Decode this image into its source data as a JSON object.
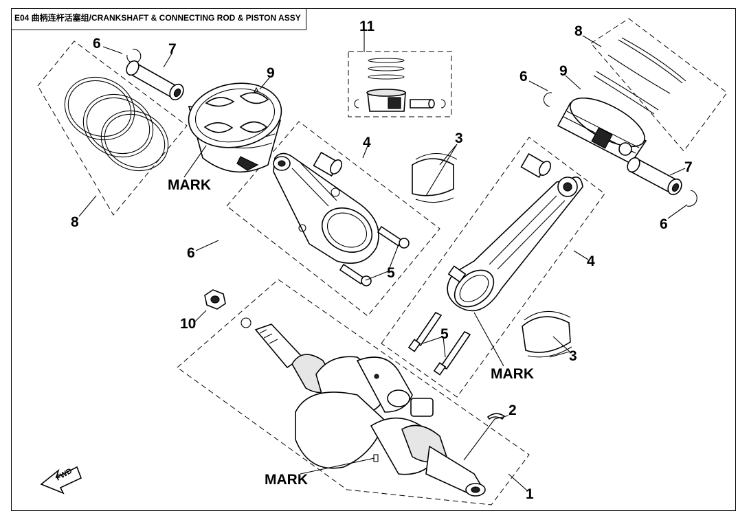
{
  "title": "E04 曲柄连杆活塞组/CRANKSHAFT & CONNECTING ROD & PISTON ASSY",
  "callouts": {
    "c1": "1",
    "c2": "2",
    "c3a": "3",
    "c3b": "3",
    "c4a": "4",
    "c4b": "4",
    "c5a": "5",
    "c5b": "5",
    "c6a": "6",
    "c6b": "6",
    "c6c": "6",
    "c6d": "6",
    "c7a": "7",
    "c7b": "7",
    "c8a": "8",
    "c8b": "8",
    "c9a": "9",
    "c9b": "9",
    "c10": "10",
    "c11": "11"
  },
  "marks": {
    "m1": "MARK",
    "m2": "MARK",
    "m3": "MARK"
  },
  "fwd_label": "FWD"
}
